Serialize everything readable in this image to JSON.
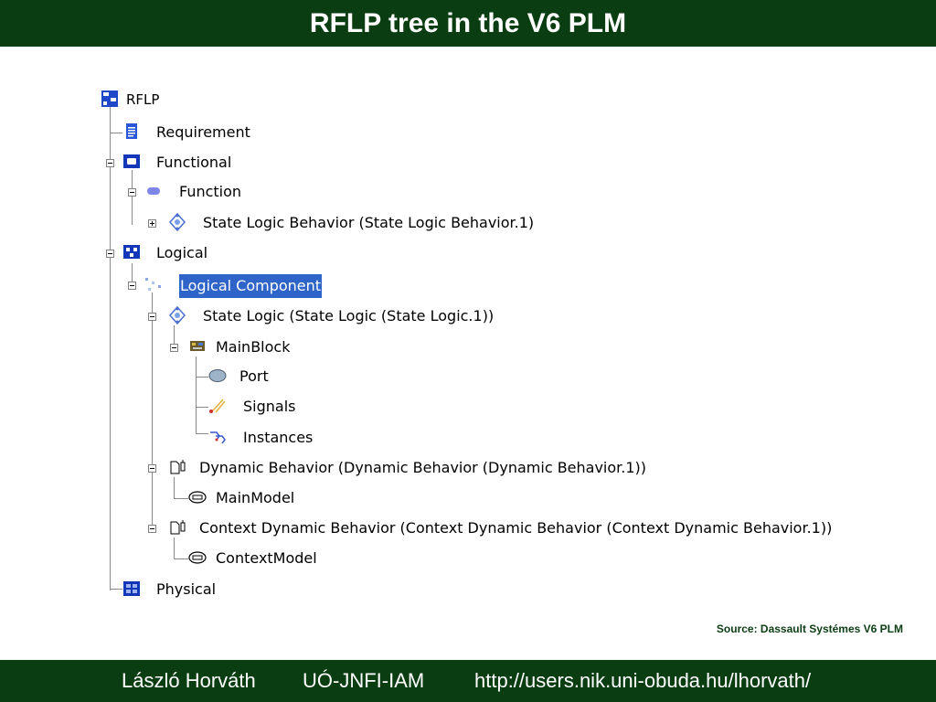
{
  "title": "RFLP tree in the V6 PLM",
  "source": "Source: Dassault Systémes V6 PLM",
  "footer": {
    "author": "László Horváth",
    "institute": "UÓ-JNFI-IAM",
    "url": "http://users.nik.uni-obuda.hu/lhorvath/"
  },
  "tree": {
    "root": "RFLP",
    "requirement": "Requirement",
    "functional": "Functional",
    "function": "Function",
    "state_logic_behavior": "State Logic Behavior (State Logic Behavior.1)",
    "logical": "Logical",
    "logical_component": "Logical Component",
    "state_logic": "State Logic (State Logic (State Logic.1))",
    "mainblock": "MainBlock",
    "port": "Port",
    "signals": "Signals",
    "instances": "Instances",
    "dynamic_behavior": "Dynamic Behavior (Dynamic Behavior (Dynamic Behavior.1))",
    "mainmodel": "MainModel",
    "context_dynamic_behavior": "Context Dynamic Behavior (Context Dynamic Behavior (Context Dynamic Behavior.1))",
    "contextmodel": "ContextModel",
    "physical": "Physical"
  }
}
